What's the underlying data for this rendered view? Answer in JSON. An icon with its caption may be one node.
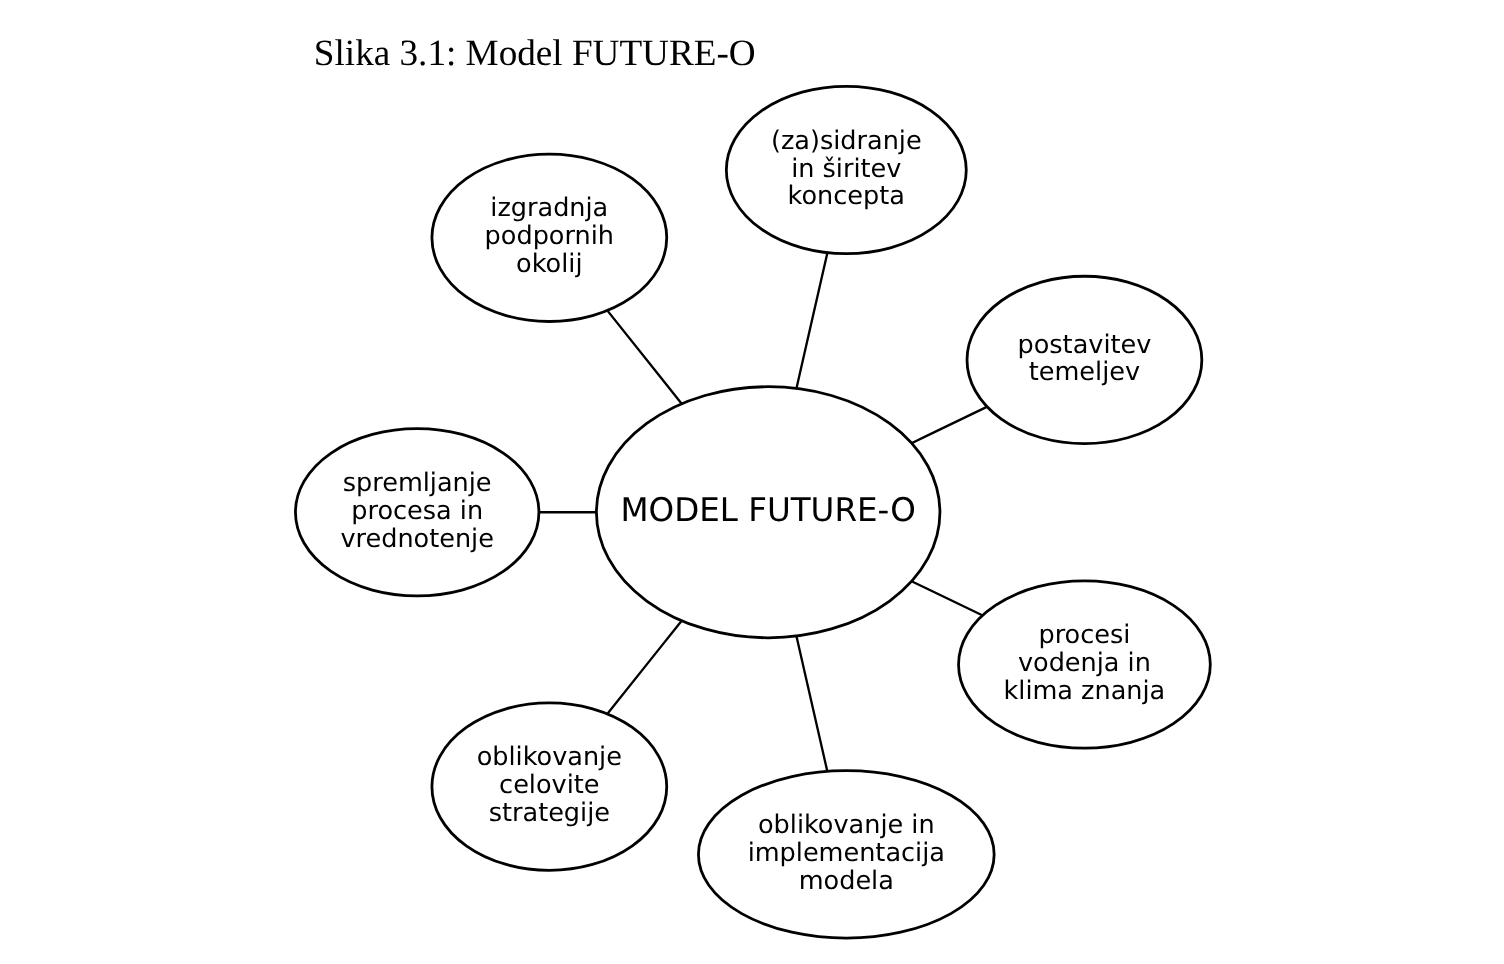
{
  "diagram": {
    "title": "Slika 3.1: Model FUTURE-O",
    "nodes": [
      {
        "text": [
          "MODEL FUTURE-O"
        ]
      },
      {
        "text": [
          "postavitev temeljev"
        ]
      },
      {
        "text": [
          "(za)sidranje in širitev koncepta"
        ]
      },
      {
        "text": [
          "izgradnja podpornih okolij"
        ]
      },
      {
        "text": [
          "spremljanje procesa in vrednotenje"
        ]
      },
      {
        "text": [
          "oblikovanje celovite strategije"
        ]
      },
      {
        "text": [
          "oblikovanje in implementacija modela"
        ]
      },
      {
        "text": [
          "procesi vodenja in klima znanja"
        ]
      }
    ],
    "edges": [
      {
        "from": 0,
        "to": 1,
        "arrow": "none"
      },
      {
        "from": 0,
        "to": 3,
        "arrow": "none"
      },
      {
        "from": 0,
        "to": 5,
        "arrow": "none"
      },
      {
        "from": 0,
        "to": 7,
        "arrow": "none"
      },
      {
        "from": 0,
        "to": 6,
        "arrow": "none"
      },
      {
        "from": 0,
        "to": 4,
        "arrow": "none"
      },
      {
        "from": 0,
        "to": 2,
        "arrow": "none"
      }
    ]
  }
}
